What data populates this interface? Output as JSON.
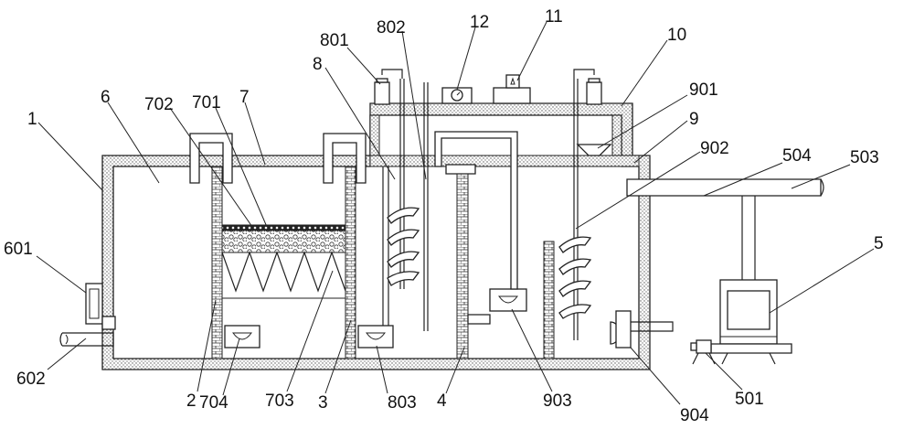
{
  "labels": {
    "l1": "1",
    "l2": "2",
    "l3": "3",
    "l4": "4",
    "l5": "5",
    "l6": "6",
    "l7": "7",
    "l8": "8",
    "l9": "9",
    "l10": "10",
    "l11": "11",
    "l12": "12",
    "l501": "501",
    "l503": "503",
    "l504": "504",
    "l601": "601",
    "l602": "602",
    "l701": "701",
    "l702": "702",
    "l703": "703",
    "l704": "704",
    "l801": "801",
    "l802": "802",
    "l803": "803",
    "l901": "901",
    "l902": "902",
    "l903": "903",
    "l904": "904"
  }
}
